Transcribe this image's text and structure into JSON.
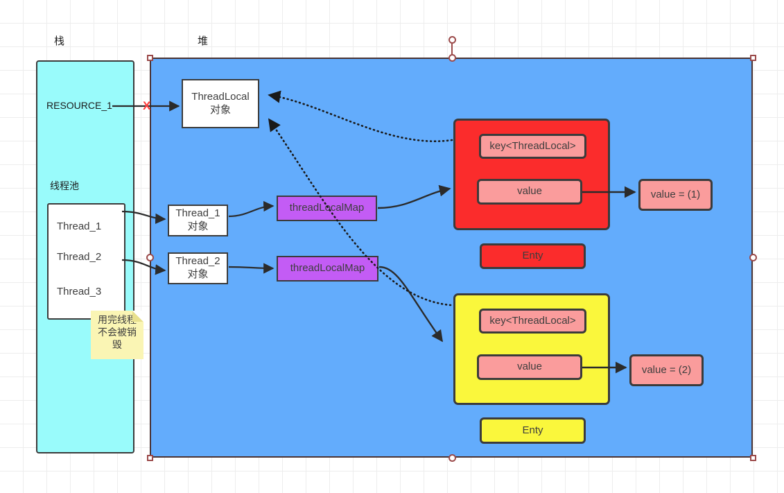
{
  "labels": {
    "stack": "栈",
    "heap": "堆"
  },
  "stack": {
    "resource": "RESOURCE_1",
    "pool_label": "线程池",
    "threads": [
      "Thread_1",
      "Thread_2",
      "Thread_3"
    ],
    "note": "用完线程\n不会被销\n毁",
    "note_lines": [
      "用完线程",
      "不会被销",
      "毁"
    ]
  },
  "heap": {
    "threadlocal_object": "ThreadLocal\n对象",
    "threadlocal_object_lines": [
      "ThreadLocal",
      "对象"
    ],
    "thread_objects": [
      {
        "lines": [
          "Thread_1",
          "对象"
        ]
      },
      {
        "lines": [
          "Thread_2",
          "对象"
        ]
      }
    ],
    "maps": [
      "threadLocalMap",
      "threadLocalMap"
    ],
    "entries": [
      {
        "key": "key<ThreadLocal>",
        "value": "value",
        "entry_label": "Enty",
        "value_out": "value = (1)",
        "color": "#FB2C2C"
      },
      {
        "key": "key<ThreadLocal>",
        "value": "value",
        "entry_label": "Enty",
        "value_out": "value = (2)",
        "color": "#FAF73C"
      }
    ]
  },
  "markers": {
    "broken_link": "X"
  },
  "colors": {
    "heap": "#63ACFC",
    "stack": "#99FBFB",
    "purple": "#C35CF5",
    "red": "#FB2C2C",
    "yellow": "#FAF73C",
    "pink": "#FA9C9C",
    "note": "#FAF5B4",
    "handle": "#9b4a4a",
    "x_mark": "#ff3b3b"
  }
}
